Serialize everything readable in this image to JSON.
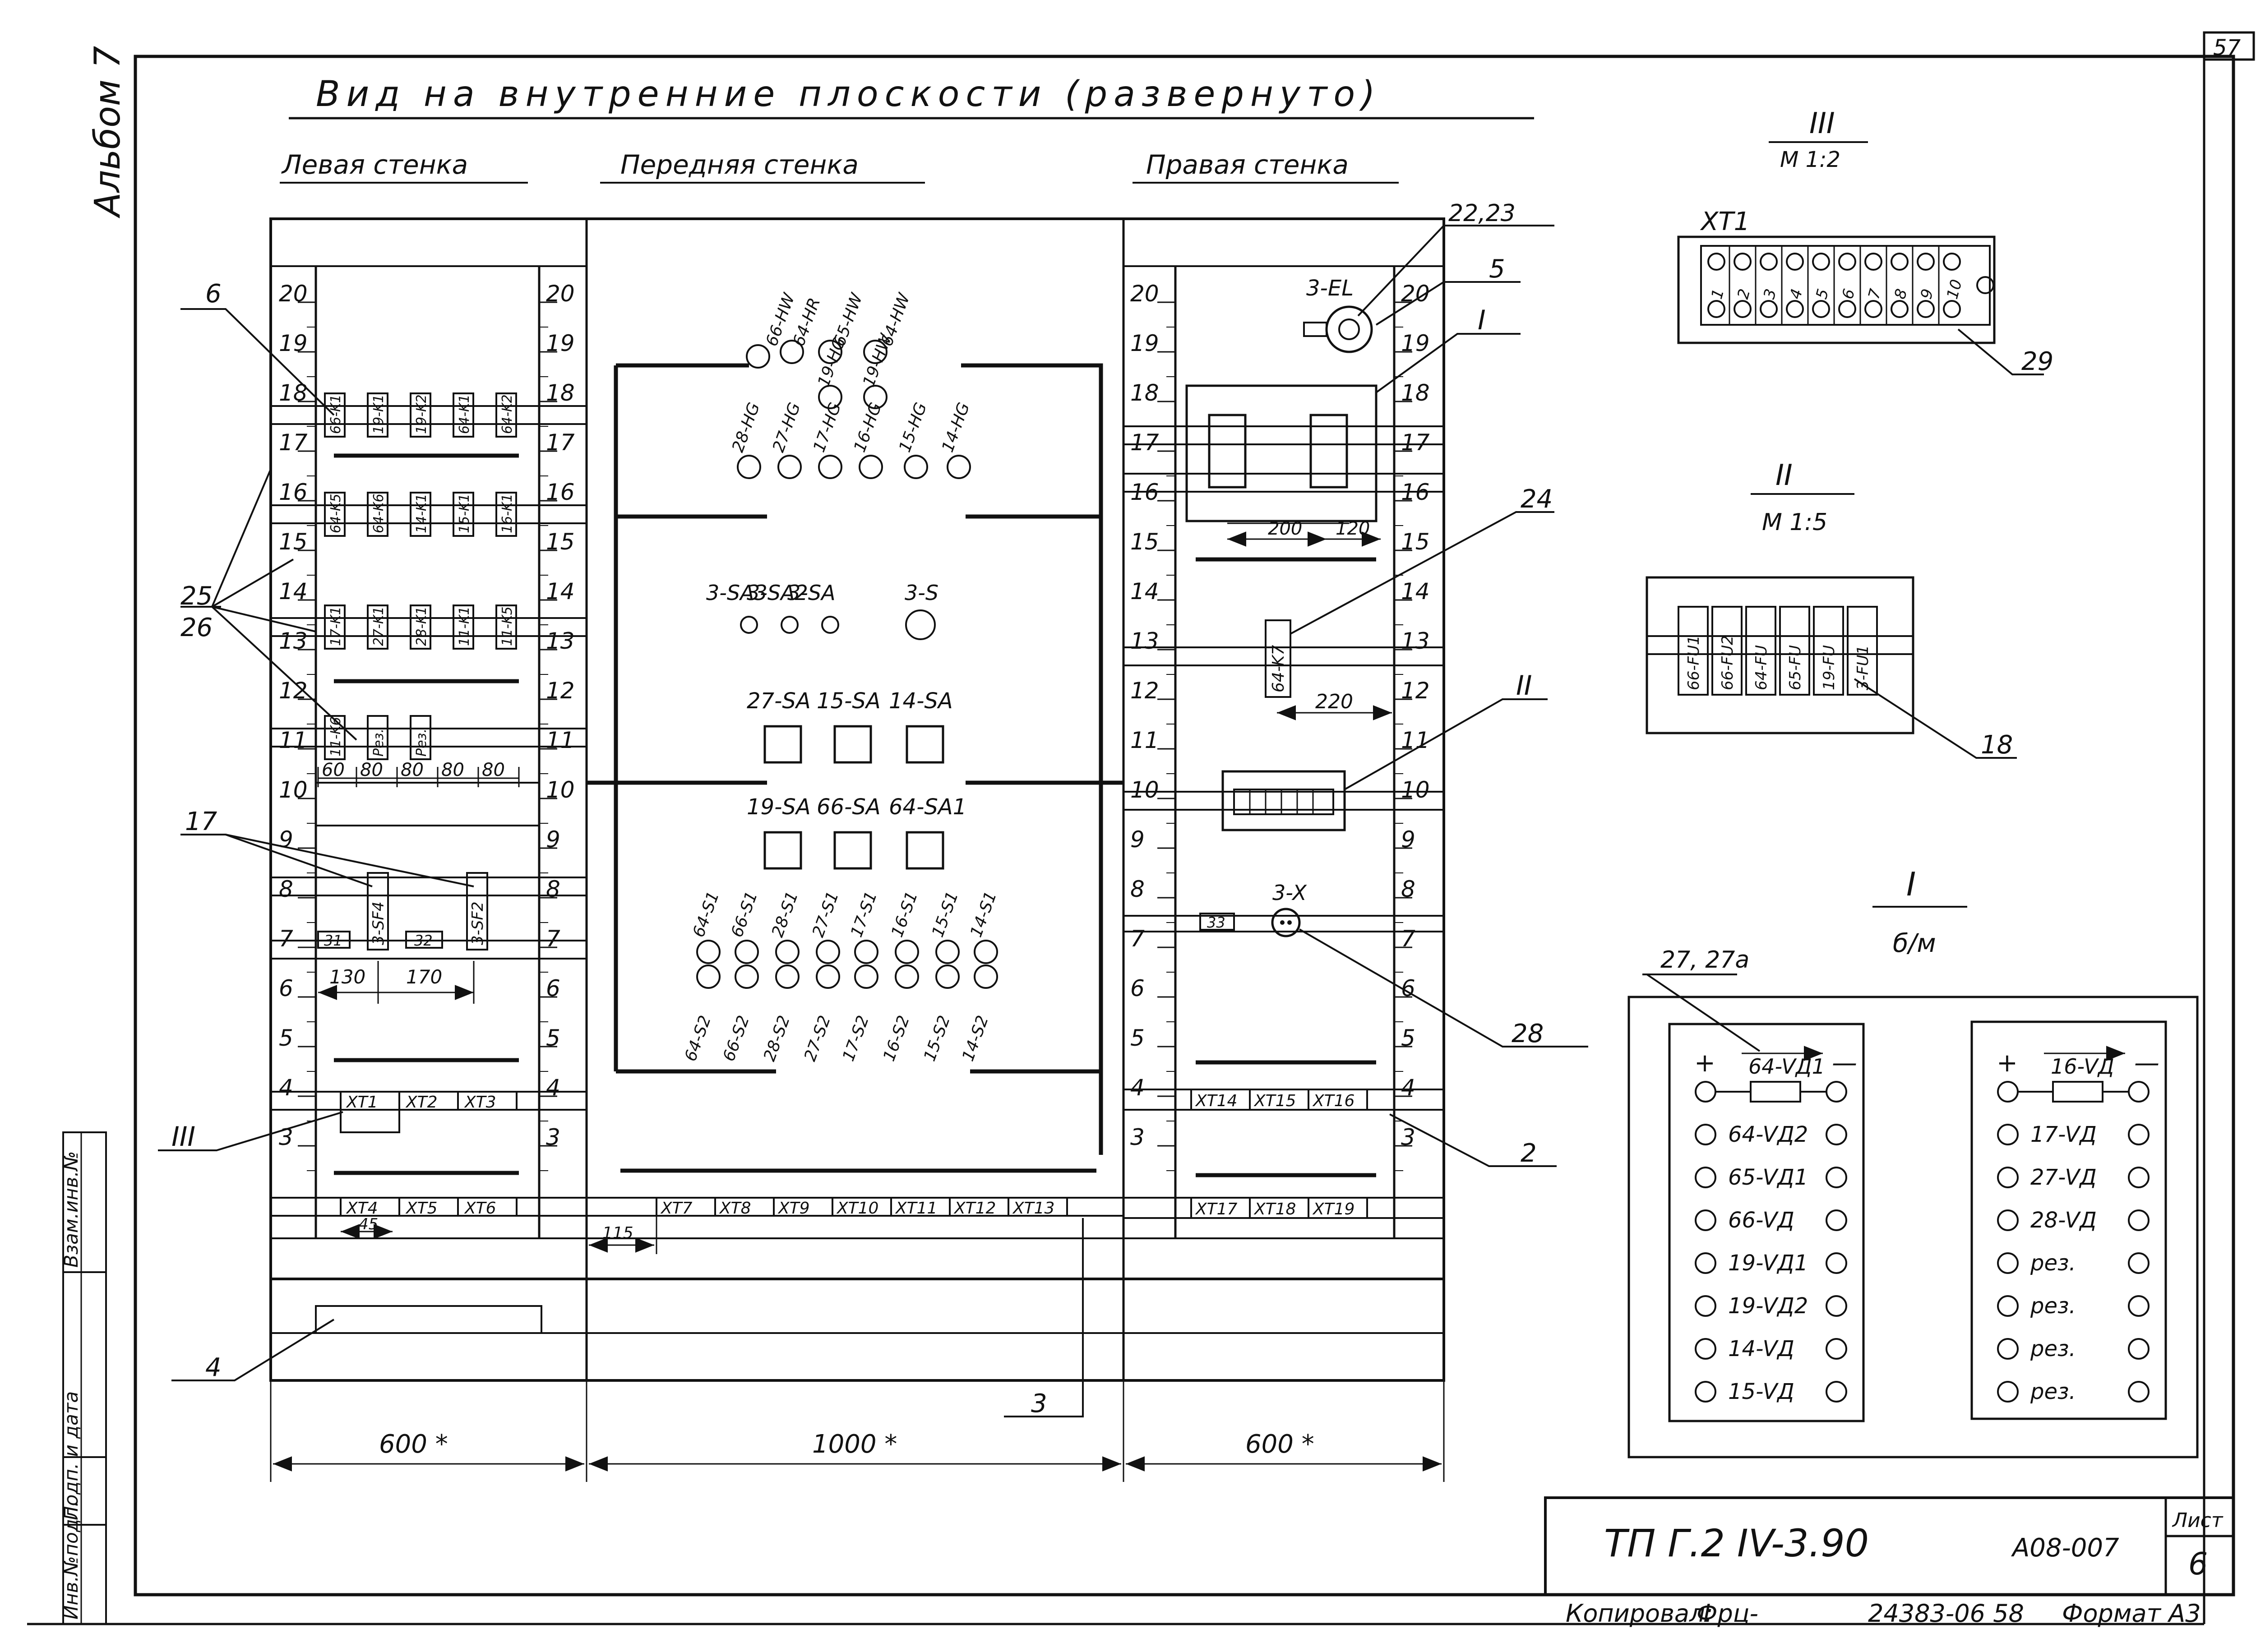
{
  "sheet_number_top": "57",
  "album_label": "Альбом 7",
  "main_title": "Вид на внутренние плоскости (развернуто)",
  "walls": {
    "left": "Левая стенка",
    "front": "Передняя стенка",
    "right": "Правая стенка"
  },
  "rows": [
    "20",
    "19",
    "18",
    "17",
    "16",
    "15",
    "14",
    "13",
    "12",
    "11",
    "10",
    "9",
    "8",
    "7",
    "6",
    "5",
    "4",
    "3"
  ],
  "left_wall": {
    "row18": [
      "66-K1",
      "19-K1",
      "19-K2",
      "64-K1",
      "64-K2"
    ],
    "row16": [
      "64-K5",
      "64-K6",
      "14-K1",
      "15-K1",
      "16-K1"
    ],
    "row14": [
      "17-K1",
      "27-K1",
      "28-K1",
      "11-K1",
      "11-K5"
    ],
    "row12": [
      "11-K6",
      "Рез.",
      "Рез."
    ],
    "dims_row11": [
      "60",
      "80",
      "80",
      "80",
      "80"
    ],
    "breakers": [
      "3-SF4",
      "3-SF2"
    ],
    "boxes_row8": [
      "31",
      "32"
    ],
    "dims_row7": [
      "130",
      "170"
    ],
    "terminals_row5": [
      "XT1",
      "XT2",
      "XT3"
    ],
    "terminals_row3": [
      "XT4",
      "XT5",
      "XT6"
    ],
    "dim_row3": "45"
  },
  "front_wall": {
    "hw": [
      "66-HW",
      "64-HR",
      "65-HW",
      "64-HW",
      "19-HG",
      "19-HW"
    ],
    "hg": [
      "28-HG",
      "27-HG",
      "17-HG",
      "16-HG",
      "15-HG",
      "14-HG"
    ],
    "sa_small": [
      "3-SA3",
      "3-SA2",
      "3-SA",
      "3-S"
    ],
    "sa_row1": [
      "27-SA",
      "15-SA",
      "14-SA"
    ],
    "sa_row2": [
      "19-SA",
      "66-SA",
      "64-SA1"
    ],
    "s1": [
      "64-S1",
      "66-S1",
      "28-S1",
      "27-S1",
      "17-S1",
      "16-S1",
      "15-S1",
      "14-S1"
    ],
    "s2": [
      "64-S2",
      "66-S2",
      "28-S2",
      "27-S2",
      "17-S2",
      "16-S2",
      "15-S2",
      "14-S2"
    ],
    "terminals": [
      "XT7",
      "XT8",
      "XT9",
      "XT10",
      "XT11",
      "XT12",
      "XT13"
    ],
    "dim_left": "115"
  },
  "right_wall": {
    "lamp": "3-EL",
    "dims_top": [
      "200",
      "120"
    ],
    "relay": "64-K7",
    "dim_relay": "220",
    "socket": "3-X",
    "box": "33",
    "terminals_row5": [
      "XT14",
      "XT15",
      "XT16"
    ],
    "terminals_row3": [
      "XT17",
      "XT18",
      "XT19"
    ]
  },
  "callouts": [
    "6",
    "25",
    "26",
    "17",
    "III",
    "4",
    "3",
    "22,23",
    "5",
    "I",
    "24",
    "II",
    "28",
    "2"
  ],
  "bottom_dims": [
    "600 *",
    "1000 *",
    "600 *"
  ],
  "detail_III": {
    "title": "III",
    "scale": "M 1:2",
    "label": "XT1",
    "numbers": [
      "1",
      "2",
      "3",
      "4",
      "5",
      "6",
      "7",
      "8",
      "9",
      "10"
    ],
    "callout": "29"
  },
  "detail_II": {
    "title": "II",
    "scale": "M 1:5",
    "fuses": [
      "66-FU1",
      "66-FU2",
      "64-FU",
      "65-FU",
      "19-FU",
      "3-FU1"
    ],
    "callout": "18"
  },
  "detail_I": {
    "title": "I",
    "scale": "б/м",
    "callout": "27, 27а",
    "left_panel": [
      "64-VД1",
      "64-VД2",
      "65-VД1",
      "66-VД",
      "19-VД1",
      "19-VД2",
      "14-VД",
      "15-VД"
    ],
    "right_panel": [
      "16-VД",
      "17-VД",
      "27-VД",
      "28-VД",
      "рез.",
      "рез.",
      "рез.",
      "рез."
    ],
    "plus": "+",
    "minus": "—"
  },
  "side_stamp": [
    "Инв.№подл.",
    "Подп. и дата",
    "Взам.инв.№"
  ],
  "title_block": {
    "code": "ТП  Г.2 IV-3.90",
    "doc": "А08-007",
    "sheet_label": "Лист",
    "sheet": "6"
  },
  "footer": {
    "copied": "Копировал:",
    "signature": "Фрц-",
    "order": "24383-06   58",
    "format": "Формат А3"
  }
}
